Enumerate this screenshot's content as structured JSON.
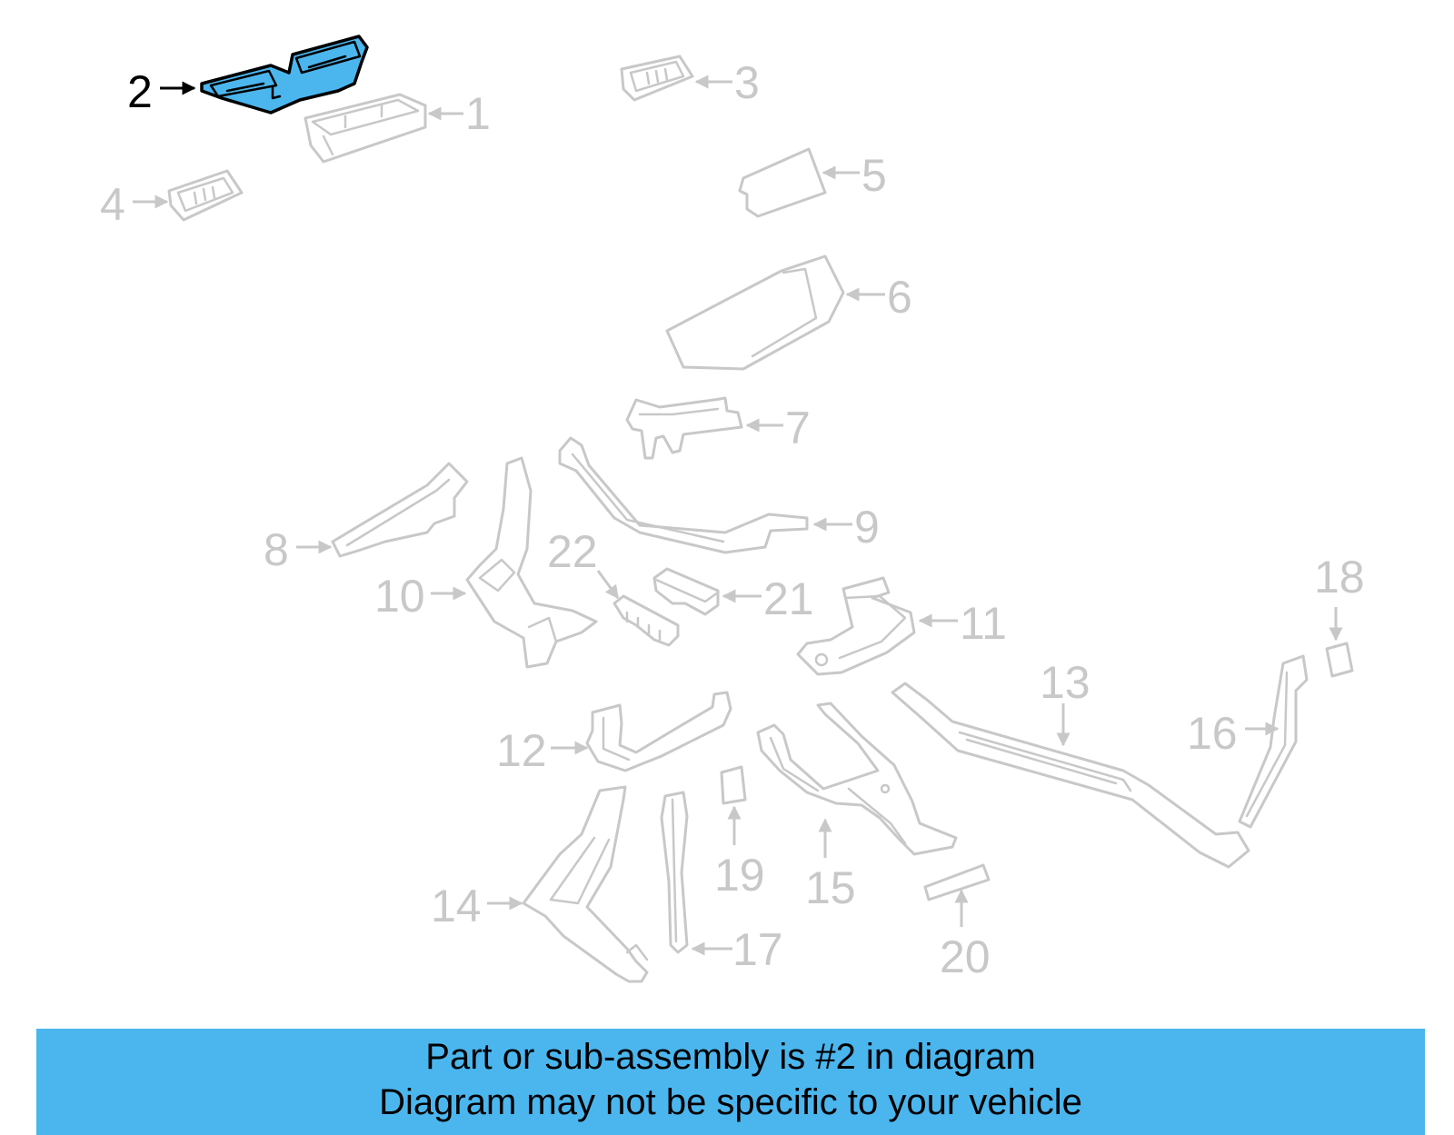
{
  "callouts": {
    "c1": "1",
    "c2": "2",
    "c3": "3",
    "c4": "4",
    "c5": "5",
    "c6": "6",
    "c7": "7",
    "c8": "8",
    "c9": "9",
    "c10": "10",
    "c11": "11",
    "c12": "12",
    "c13": "13",
    "c14": "14",
    "c15": "15",
    "c16": "16",
    "c17": "17",
    "c18": "18",
    "c19": "19",
    "c20": "20",
    "c21": "21",
    "c22": "22"
  },
  "banner": {
    "line1": "Part or sub-assembly is #2 in diagram",
    "line2": "Diagram may not be specific to your vehicle"
  },
  "colors": {
    "highlight_fill": "#4bb6ee",
    "banner_background": "#4bb6ee",
    "outline_gray": "#c8c8c8"
  }
}
